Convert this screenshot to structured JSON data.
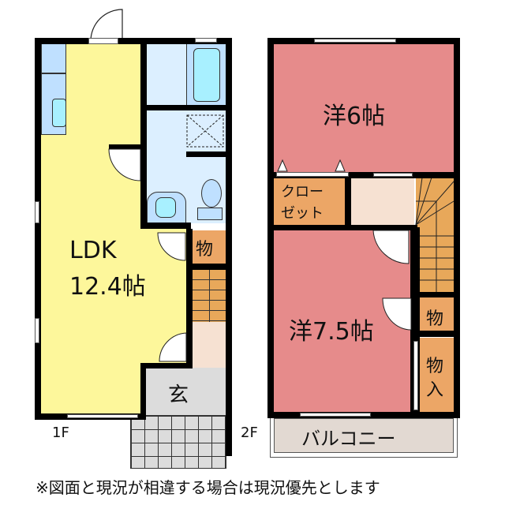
{
  "floor_plan": {
    "floor1": {
      "label": "1F",
      "rooms": {
        "ldk": {
          "name": "LDK",
          "size": "12.4帖"
        },
        "storage": {
          "name": "物"
        },
        "entrance": {
          "name": "玄"
        }
      }
    },
    "floor2": {
      "label": "2F",
      "rooms": {
        "western_top": {
          "name": "洋6帖"
        },
        "closet": {
          "line1": "クロー",
          "line2": "ゼット"
        },
        "western_bottom": {
          "name": "洋7.5帖"
        },
        "storage_small": {
          "name": "物"
        },
        "storage_closet": {
          "line1": "物",
          "line2": "入"
        },
        "balcony": {
          "name": "バルコニー"
        }
      }
    },
    "note": "※図面と現況が相違する場合は現況優先とします"
  },
  "colors": {
    "ldk": "#fdf79b",
    "wet_area": "#dcefff",
    "bath": "#bfe0ff",
    "fixture": "#a8f0ff",
    "storage": "#eca666",
    "stairs": "#e8a85a",
    "hall": "#f6e1d2",
    "entrance": "#dcdcdc",
    "western": "#e68b8b",
    "balcony": "#e2d9d2",
    "wall": "#000000"
  }
}
